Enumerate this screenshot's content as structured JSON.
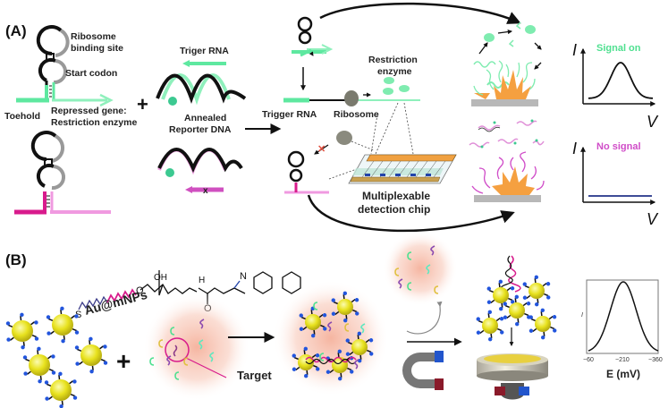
{
  "colors": {
    "green": "#5ee8a0",
    "green_dark": "#2fcf7e",
    "pink": "#e06ad0",
    "magenta": "#d81b8c",
    "gray": "#999999",
    "black": "#111111",
    "orange": "#f5a040",
    "gold": "#e8e020",
    "blue": "#2255dd",
    "glow": "#f8c0b0",
    "signal_on": "#4fe090",
    "no_signal": "#d04cc8"
  },
  "panelA": {
    "label": "(A)",
    "switch_labels": {
      "ribosome_site_line1": "Ribosome",
      "ribosome_site_line2": "binding site",
      "start_codon": "Start codon",
      "toehold": "Toehold",
      "repressed_line1": "Repressed gene:",
      "repressed_line2": "Restriction enzyme"
    },
    "plus": "+",
    "triger_rna": "Triger RNA",
    "annealed_line1": "Annealed",
    "annealed_line2": "Reporter  DNA",
    "trigger_rna": "Trigger RNA",
    "ribosome": "Ribosome",
    "restriction_line1": "Restriction",
    "restriction_line2": "enzyme",
    "chip_line1": "Multiplexable",
    "chip_line2": "detection chip",
    "x_mark": "x",
    "signal_on": {
      "title": "Signal on",
      "y_axis": "I",
      "x_axis": "V"
    },
    "no_signal": {
      "title": "No signal",
      "y_axis": "I",
      "x_axis": "V"
    }
  },
  "panelB": {
    "label": "(B)",
    "np_label": "Au@mNPs",
    "plus": "+",
    "target": "Target",
    "chem": {
      "S": "S",
      "O": "O",
      "OH": "OH",
      "H": "H",
      "N": "N",
      "O2": "O"
    },
    "dpv": {
      "y_label": "I",
      "x_label": "E (mV)",
      "x_ticks": [
        "−60",
        "−210",
        "−360"
      ]
    }
  }
}
